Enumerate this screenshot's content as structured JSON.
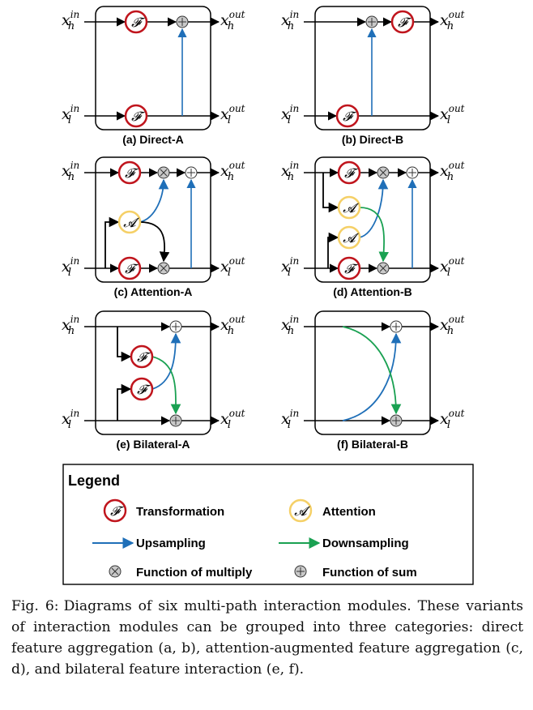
{
  "labels": {
    "x": "x",
    "h": "h",
    "l": "l",
    "in": "in",
    "out": "out",
    "F": "𝓕",
    "A": "𝓐"
  },
  "panels": [
    {
      "id": "a",
      "caption": "(a) Direct-A"
    },
    {
      "id": "b",
      "caption": "(b) Direct-B"
    },
    {
      "id": "c",
      "caption": "(c) Attention-A"
    },
    {
      "id": "d",
      "caption": "(d) Attention-B"
    },
    {
      "id": "e",
      "caption": "(e) Bilateral-A"
    },
    {
      "id": "f",
      "caption": "(f) Bilateral-B"
    }
  ],
  "legend": {
    "title": "Legend",
    "transformation": "Transformation",
    "attention": "Attention",
    "upsampling": "Upsampling",
    "downsampling": "Downsampling",
    "multiply": "Function of multiply",
    "sum": "Function of sum"
  },
  "colors": {
    "transform_ring": "#c0151d",
    "attention_ring": "#f5d067",
    "upsampling": "#1f6fb8",
    "downsampling": "#1aa152",
    "node_fill": "#c9c9c9"
  },
  "caption": {
    "label": "Fig. 6:",
    "text": "Diagrams of six multi-path interaction modules. These variants of interaction modules can be grouped into three categories: direct feature aggregation (a, b), attention-augmented feature aggregation (c, d), and bilateral feature interaction (e, f)."
  }
}
